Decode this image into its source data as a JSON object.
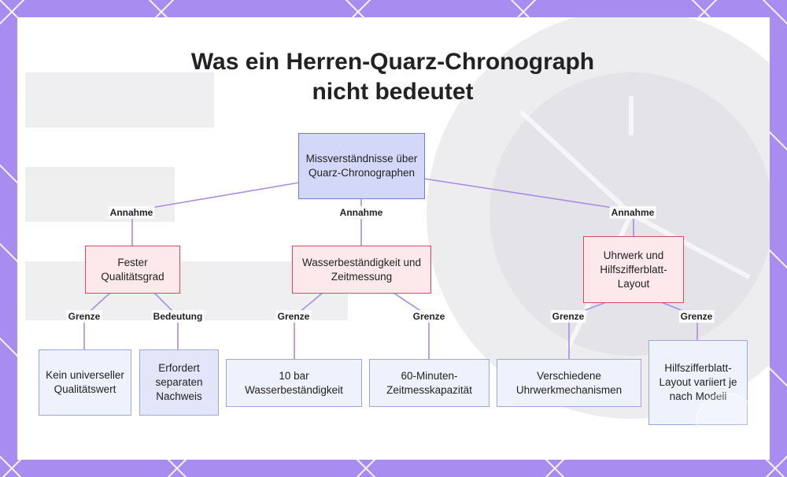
{
  "title": {
    "line1": "Was ein Herren-Quarz-Chronograph",
    "line2": "nicht bedeutet"
  },
  "colors": {
    "frame": "#a98cf0",
    "root_fill": "#d4d8f8",
    "root_border": "#6e7fd6",
    "mid_fill": "#fde8ec",
    "mid_border": "#d94b5e",
    "leaf_fill": "#eef2fd",
    "edge": "#a98be6"
  },
  "nodes": {
    "root": "Missverständnisse über Quarz-Chronographen",
    "quality": "Fester Qualitätsgrad",
    "water": "Wasserbeständigkeit und Zeitmessung",
    "movement": "Uhrwerk und Hilfszifferblatt-Layout",
    "no_standard": "Kein universeller Qualitätswert",
    "proof": "Erfordert separaten Nachweis",
    "bar": "10 bar Wasserbeständigkeit",
    "minutes": "60-Minuten-Zeitmesskapazität",
    "mechanisms": "Verschiedene Uhrwerkmechanismen",
    "subdial": "Hilfszifferblatt-Layout variiert je nach Modell"
  },
  "edge_labels": {
    "assumption_1": "Annahme",
    "assumption_2": "Annahme",
    "assumption_3": "Annahme",
    "limit_1": "Grenze",
    "meaning": "Bedeutung",
    "limit_2": "Grenze",
    "limit_3": "Grenze",
    "limit_4": "Grenze",
    "limit_5": "Grenze"
  }
}
